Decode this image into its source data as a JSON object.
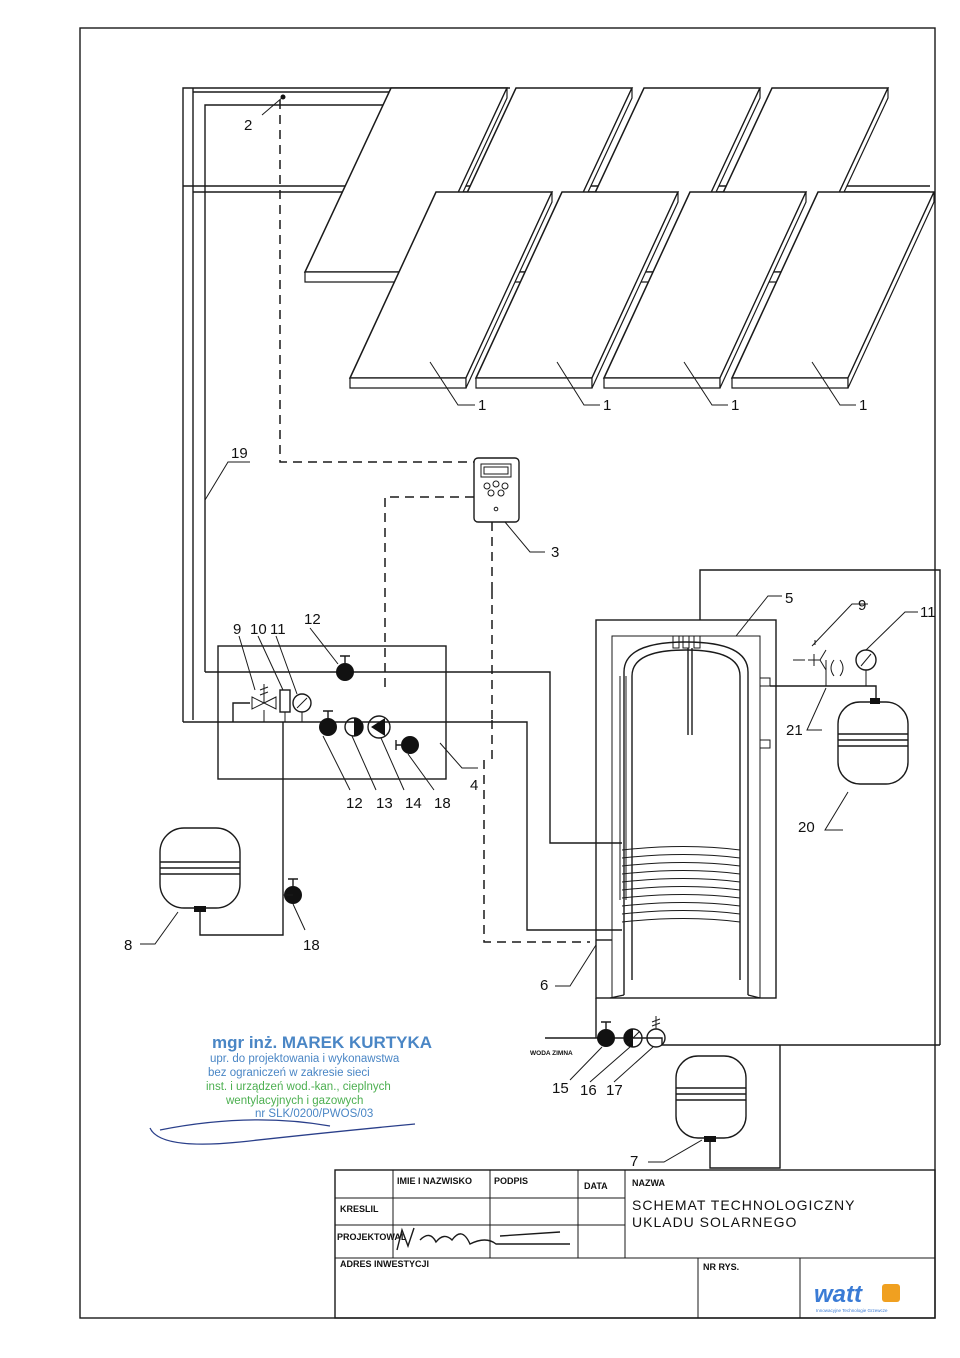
{
  "callouts": {
    "c1a": "1",
    "c1b": "1",
    "c1c": "1",
    "c1d": "1",
    "c2": "2",
    "c3": "3",
    "c4": "4",
    "c5": "5",
    "c6": "6",
    "c7": "7",
    "c8": "8",
    "c9a": "9",
    "c9b": "9",
    "c10": "10",
    "c11a": "11",
    "c11b": "11",
    "c12a": "12",
    "c12b": "12",
    "c13": "13",
    "c14": "14",
    "c15": "15",
    "c16": "16",
    "c17": "17",
    "c18a": "18",
    "c18b": "18",
    "c19": "19",
    "c20": "20",
    "c21": "21"
  },
  "cold_water_label": "WODA ZIMNA",
  "stamp": {
    "line1": "mgr inż. MAREK KURTYKA",
    "line2": "upr. do projektowania i wykonawstwa",
    "line3": "bez ograniczeń w zakresie sieci",
    "line4": "inst. i urządzeń wod.-kan., cieplnych",
    "line5": "wentylacyjnych i gazowych",
    "line6": "nr SLK/0200/PWOS/03"
  },
  "title_block": {
    "col_name": "IMIE I NAZWISKO",
    "col_signature": "PODPIS",
    "col_date": "DATA",
    "row_drew": "KRESLIL",
    "row_designed": "PROJEKTOWAL",
    "address_label": "ADRES INWESTYCJI",
    "name_label": "NAZWA",
    "title_line1": "SCHEMAT TECHNOLOGICZNY",
    "title_line2": "UKLADU SOLARNEGO",
    "drawing_no_label": "NR RYS.",
    "logo_text": "watt",
    "logo_tagline": "Innowacyjne Technologie Grzewcze"
  },
  "colors": {
    "line": "#1a1a1a",
    "stamp_blue": "#4a86c5",
    "stamp_green": "#4caf50",
    "signature": "#2a3f8a",
    "logo_blue": "#3a7bd5",
    "logo_orange": "#f0a020"
  }
}
